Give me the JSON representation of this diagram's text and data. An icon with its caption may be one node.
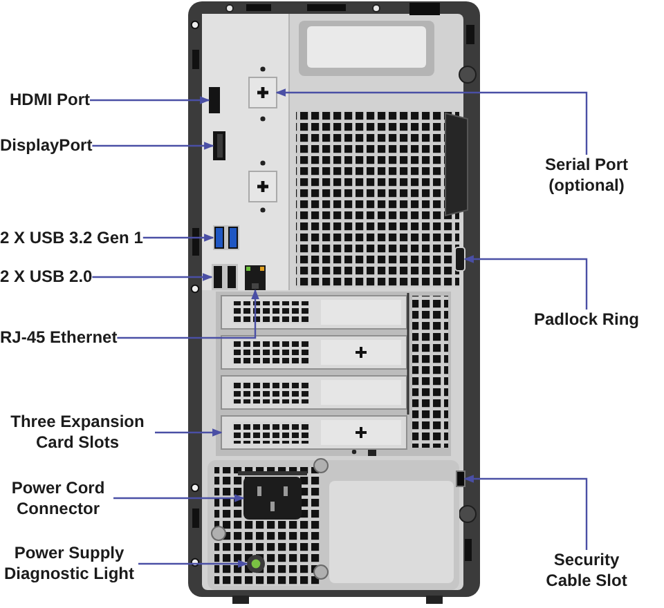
{
  "diagram": {
    "nodes": [
      {
        "text": [
          "HDMI Port"
        ]
      },
      {
        "text": [
          "DisplayPort"
        ]
      },
      {
        "text": [
          "2 X USB 3.2 Gen 1"
        ]
      },
      {
        "text": [
          "2 X USB 2.0"
        ]
      },
      {
        "text": [
          "RJ-45 Ethernet"
        ]
      },
      {
        "text": [
          "Three Expansion Card Slots"
        ]
      },
      {
        "text": [
          "Power Cord Connector"
        ]
      },
      {
        "text": [
          "Power Supply Diagnostic Light"
        ]
      },
      {
        "text": [
          "Serial Port (optional)"
        ]
      },
      {
        "text": [
          "Padlock Ring"
        ]
      },
      {
        "text": [
          "Security Cable Slot"
        ]
      },
      {
        "text": [],
        "shape": "box"
      },
      {
        "text": [],
        "shape": "box"
      },
      {
        "text": [],
        "shape": "box"
      },
      {
        "text": [],
        "shape": "box"
      },
      {
        "text": [],
        "shape": "box"
      },
      {
        "text": [],
        "shape": "box"
      },
      {
        "text": [],
        "shape": "box"
      },
      {
        "text": [],
        "shape": "circle"
      },
      {
        "text": [],
        "shape": "box"
      },
      {
        "text": [],
        "shape": "box"
      },
      {
        "text": [],
        "shape": "box"
      }
    ],
    "edges": [
      {
        "from": 0,
        "to": 11,
        "arrow": "to"
      },
      {
        "from": 1,
        "to": 12,
        "arrow": "to"
      },
      {
        "from": 2,
        "to": 13,
        "arrow": "to"
      },
      {
        "from": 3,
        "to": 14,
        "arrow": "to"
      },
      {
        "from": 4,
        "to": 15,
        "arrow": "to"
      },
      {
        "from": 5,
        "to": 16,
        "arrow": "to"
      },
      {
        "from": 6,
        "to": 17,
        "arrow": "to"
      },
      {
        "from": 7,
        "to": 18,
        "arrow": "to"
      },
      {
        "from": 8,
        "to": 19,
        "arrow": "to"
      },
      {
        "from": 9,
        "to": 20,
        "arrow": "to"
      },
      {
        "from": 10,
        "to": 21,
        "arrow": "to"
      }
    ]
  }
}
